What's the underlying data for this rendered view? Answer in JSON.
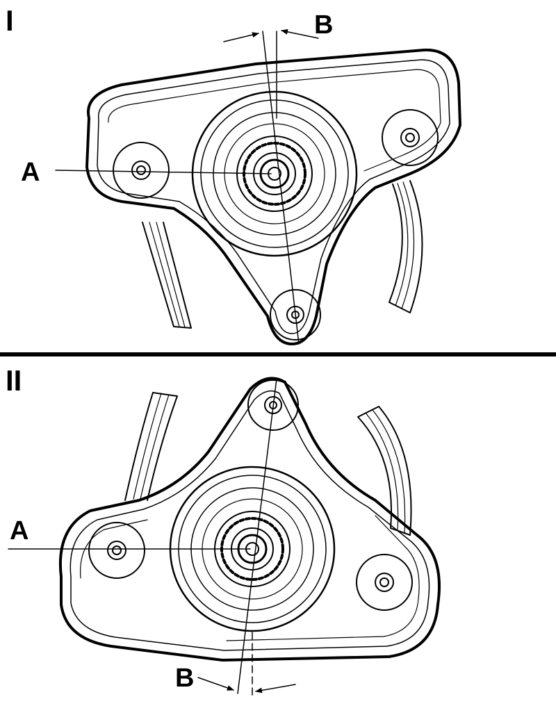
{
  "panels": [
    {
      "id": "I",
      "label": "I",
      "callouts": {
        "a": "A",
        "b": "B"
      }
    },
    {
      "id": "II",
      "label": "II",
      "callouts": {
        "a": "A",
        "b": "B"
      }
    }
  ],
  "colors": {
    "line": "#000000",
    "background": "#ffffff"
  }
}
